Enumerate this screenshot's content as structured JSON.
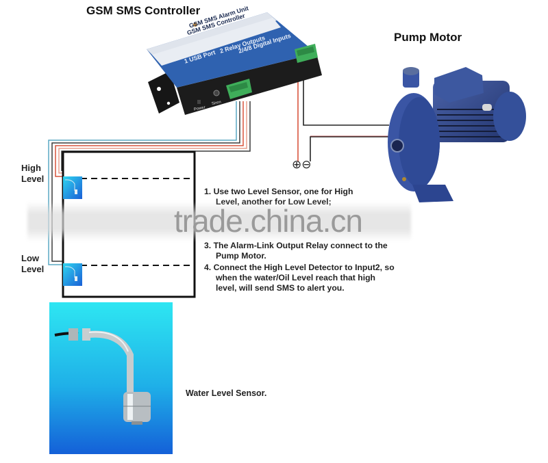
{
  "titles": {
    "controller": "GSM SMS Controller",
    "pump": "Pump Motor"
  },
  "device": {
    "label_line1": "GSM SMS Alarm Unit",
    "label_line2": "GSM SMS Controller",
    "feature1": "1 USB Port",
    "feature2": "2 Relay Outputs",
    "feature3": "2/4/8 Digital Inputs",
    "port_power": "Power",
    "port_siren": "Siren",
    "colors": {
      "body": "#1c1c1c",
      "panel": "#2f62b0",
      "label_bg": "#e8ecf2",
      "terminal": "#3fae5a"
    }
  },
  "tank": {
    "high_label_1": "High",
    "high_label_2": "Level",
    "low_label_1": "Low",
    "low_label_2": "Level"
  },
  "polarity": {
    "plus": "⊕",
    "minus": "⊖"
  },
  "notes": [
    {
      "num": "1.",
      "line1": "Use two Level Sensor, one for High",
      "line2": "Level, another for Low Level;"
    },
    {
      "num": "3.",
      "line1": "The Alarm-Link Output Relay connect to the",
      "line2": "Pump Motor."
    },
    {
      "num": "4.",
      "line1": "Connect the High Level Detector to Input2, so",
      "line2": "when the water/Oil Level reach that high",
      "line3": "level, will send SMS to alert you."
    }
  ],
  "sensor": {
    "caption": "Water Level Sensor."
  },
  "watermark": "trade.china.cn",
  "wire_colors": {
    "cyan": "#5aa9c4",
    "dark": "#3a3a3a",
    "red": "#d9533c",
    "pink": "#e8a08f",
    "blue": "#4a4f8a"
  }
}
